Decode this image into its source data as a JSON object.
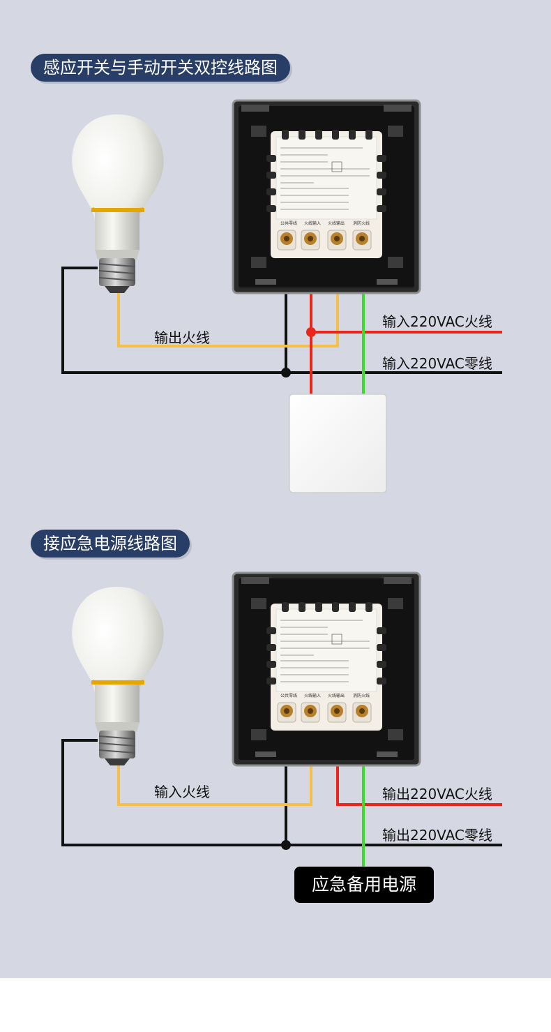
{
  "section1": {
    "title": "感应开关与手动开关双控线路图",
    "label_output_live": "输出火线",
    "label_input_live": "输入220VAC火线",
    "label_input_neutral": "输入220VAC零线"
  },
  "section2": {
    "title": "接应急电源线路图",
    "label_input_live": "输入火线",
    "label_output_live": "输出220VAC火线",
    "label_output_neutral": "输出220VAC零线",
    "backup_power": "应急备用电源"
  },
  "colors": {
    "background": "#d5d7e2",
    "pill": "#283e66",
    "live_wire": "#e8261c",
    "neutral_wire": "#111111",
    "green_wire": "#3bdd2a",
    "yellow_wire": "#f5c04a"
  },
  "icons": [
    "light-bulb-icon",
    "sensor-switch-module-icon",
    "manual-switch-icon"
  ]
}
